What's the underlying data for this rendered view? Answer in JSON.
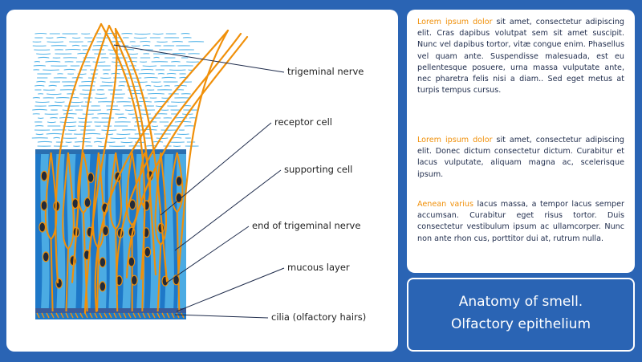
{
  "labels": {
    "trigeminal_nerve": "trigeminal nerve",
    "receptor_cell": "receptor cell",
    "supporting_cell": "supporting cell",
    "end_trigeminal": "end of trigeminal nerve",
    "mucous_layer": "mucous layer",
    "cilia": "cilia (olfactory hairs)"
  },
  "paragraphs": [
    {
      "highlight": "Lorem ipsum dolor",
      "text": " sit amet, consectetur adipiscing elit. Cras dapibus volutpat sem sit amet suscipit. Nunc vel dapibus tortor, vitæ congue enim. Phasellus vel quam ante. Suspendisse malesuada, est eu pellentesque posuere, urna massa vulputate ante, nec pharetra felis nisi a diam.. Sed eget metus at turpis tempus cursus."
    },
    {
      "highlight": "Lorem ipsum dolor",
      "text": " sit amet, consectetur adipiscing elit. Donec dictum consectetur dictum. Curabitur et lacus vulputate, aliquam magna ac, scelerisque ipsum."
    },
    {
      "highlight": "Aenean varius",
      "text": " lacus massa, a tempor lacus semper accumsan. Curabitur eget risus tortor. Duis consectetur vestibulum ipsum ac ullamcorper. Nunc non ante rhon cus, porttitor dui at, rutrum nulla."
    }
  ],
  "caption": {
    "line1": "Anatomy of smell.",
    "line2": "Olfactory epithelium"
  },
  "colors": {
    "background": "#2a64b4",
    "tissue_blue": "#1e78c8",
    "tissue_light": "#54b4e8",
    "nerve_orange": "#f0900a",
    "nucleus": "#222a3a",
    "highlight": "#f0900a"
  }
}
